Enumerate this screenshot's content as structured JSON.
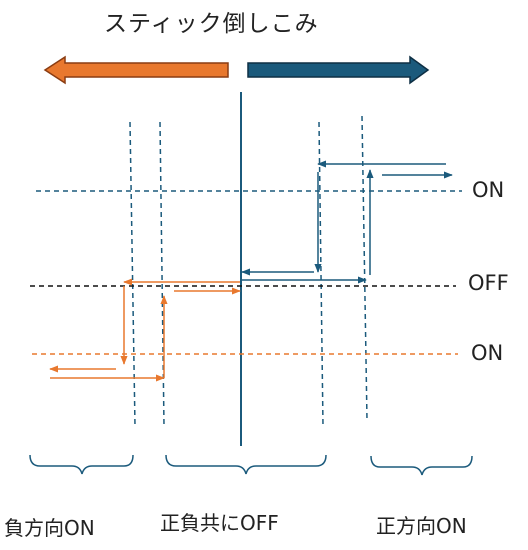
{
  "title": "スティック倒しこみ",
  "levels": {
    "on_top": "ON",
    "off": "OFF",
    "on_bottom": "ON"
  },
  "regions": {
    "negative": "負方向ON",
    "both_off": "正負共にOFF",
    "positive": "正方向ON"
  },
  "colors": {
    "negative": "#e8782e",
    "positive": "#1b5a7c",
    "off_line": "#111111"
  }
}
